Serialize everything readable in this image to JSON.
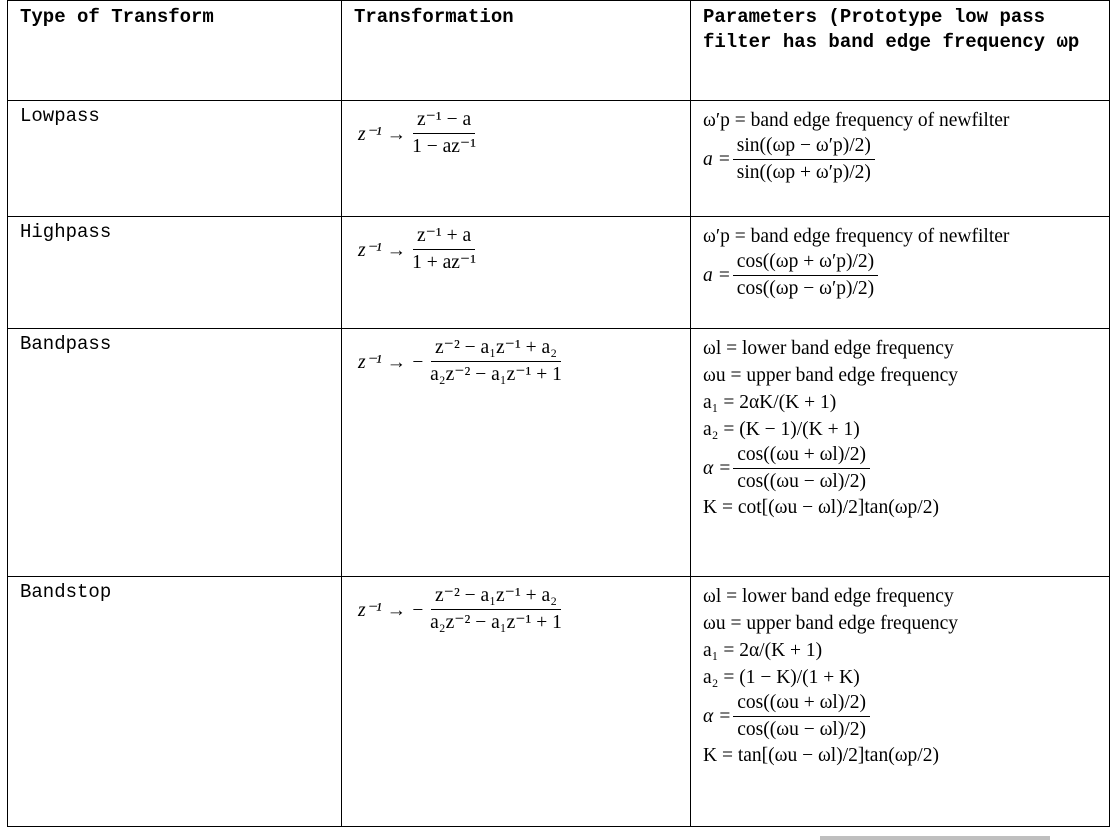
{
  "headers": {
    "type": "Type of Transform",
    "transformation": "Transformation",
    "parameters": "Parameters (Prototype low pass filter has band edge frequency ωp"
  },
  "rows": [
    {
      "type": "Lowpass",
      "transform": {
        "lhs": "z⁻¹ →",
        "num": "z⁻¹ − a",
        "den": "1 − az⁻¹"
      },
      "params": [
        "ω′p = band edge frequency of newfilter",
        {
          "prefix": "a =",
          "num": "sin((ωp − ω′p)/2)",
          "den": "sin((ωp + ω′p)/2)"
        }
      ]
    },
    {
      "type": "Highpass",
      "transform": {
        "lhs": "z⁻¹ →",
        "num": "z⁻¹ + a",
        "den": "1 + az⁻¹"
      },
      "params": [
        "ω′p = band edge frequency of newfilter",
        {
          "prefix": "a =",
          "num": "cos((ωp + ω′p)/2)",
          "den": "cos((ωp − ω′p)/2)"
        }
      ]
    },
    {
      "type": "Bandpass",
      "transform": {
        "lhs": "z⁻¹ → −",
        "num": "z⁻² − a₁z⁻¹ + a₂",
        "den": "a₂z⁻² − a₁z⁻¹ + 1"
      },
      "params": [
        "ωl = lower band edge frequency",
        "ωu = upper band edge frequency",
        "a₁ = 2αK/(K + 1)",
        "a₂ = (K − 1)/(K + 1)",
        {
          "prefix": "α =",
          "num": "cos((ωu + ωl)/2)",
          "den": "cos((ωu − ωl)/2)"
        },
        "K = cot[(ωu − ωl)/2]tan(ωp/2)"
      ]
    },
    {
      "type": "Bandstop",
      "transform": {
        "lhs": "z⁻¹ → −",
        "num": "z⁻² − a₁z⁻¹ + a₂",
        "den": "a₂z⁻² − a₁z⁻¹ + 1"
      },
      "params": [
        "ωl = lower band edge frequency",
        "ωu = upper band edge frequency",
        "a₁ = 2α/(K + 1)",
        "a₂ = (1 − K)/(1 + K)",
        {
          "prefix": "α =",
          "num": "cos((ωu + ωl)/2)",
          "den": "cos((ωu − ωl)/2)"
        },
        "K = tan[(ωu − ωl)/2]tan(ωp/2)"
      ]
    }
  ]
}
